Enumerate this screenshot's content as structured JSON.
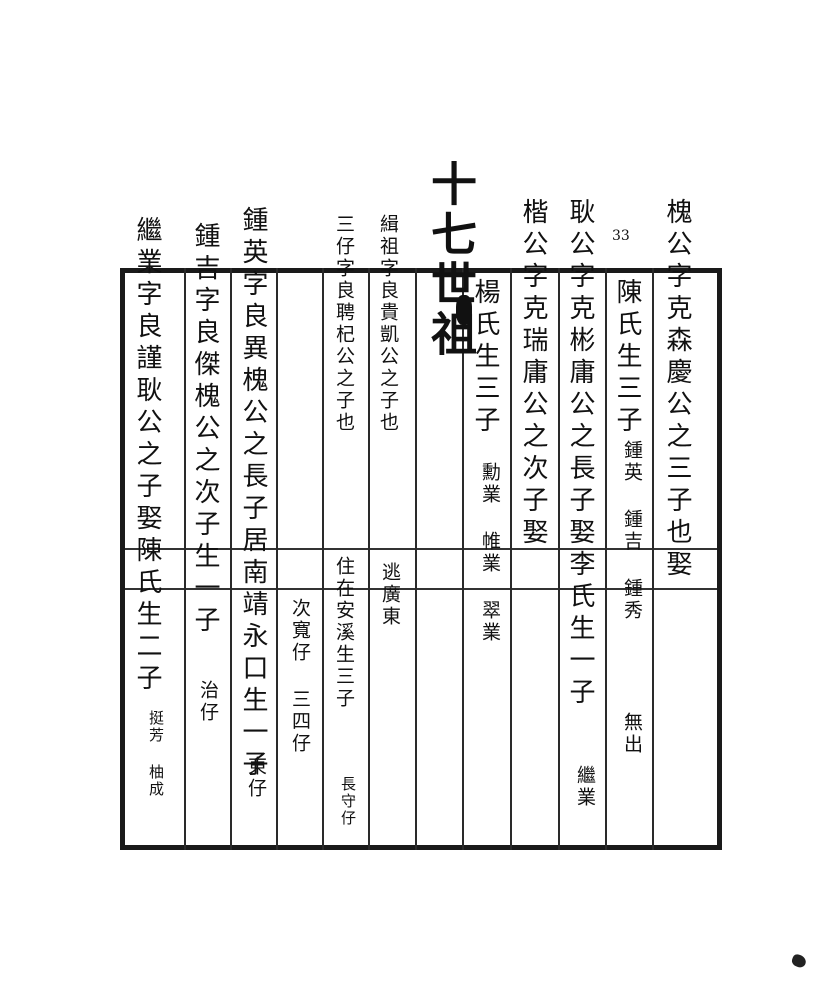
{
  "page": {
    "title": "十七世祖",
    "page_number": "33",
    "columns": [
      {
        "id": "c1",
        "main": "槐公字克森慶公之三子也娶",
        "lower": ""
      },
      {
        "id": "c2",
        "main": "陳氏生三子",
        "sub": "鍾英 鍾吉 鍾秀",
        "note": "無出"
      },
      {
        "id": "c3",
        "main": "耿公字克彬庸公之長子娶李氏生一子",
        "note": "繼業"
      },
      {
        "id": "c4",
        "main": "楷公字克瑞庸公之次子娶",
        "lower": ""
      },
      {
        "id": "c5",
        "main": "楊氏生三子",
        "sub": "勳業 帷業 翠業"
      },
      {
        "id": "c6",
        "main": "緝祖字良貴凱公之子也",
        "sub": "逃廣東"
      },
      {
        "id": "c7",
        "main": "三仔字良聘杞公之子也",
        "sub": "住在安溪生三子",
        "note": "長守仔"
      },
      {
        "id": "c8",
        "sub": "次寬仔 三四仔"
      },
      {
        "id": "c9",
        "main": "鍾英字良異槐公之長子居南靖永口生一子",
        "note": "東仔"
      },
      {
        "id": "c10",
        "main": "鍾吉字良傑槐公之次子生一子",
        "note": "治仔"
      },
      {
        "id": "c11",
        "main": "繼業字良謹耿公之子娶陳氏生二子",
        "note": "挺芳 柚成"
      }
    ]
  }
}
